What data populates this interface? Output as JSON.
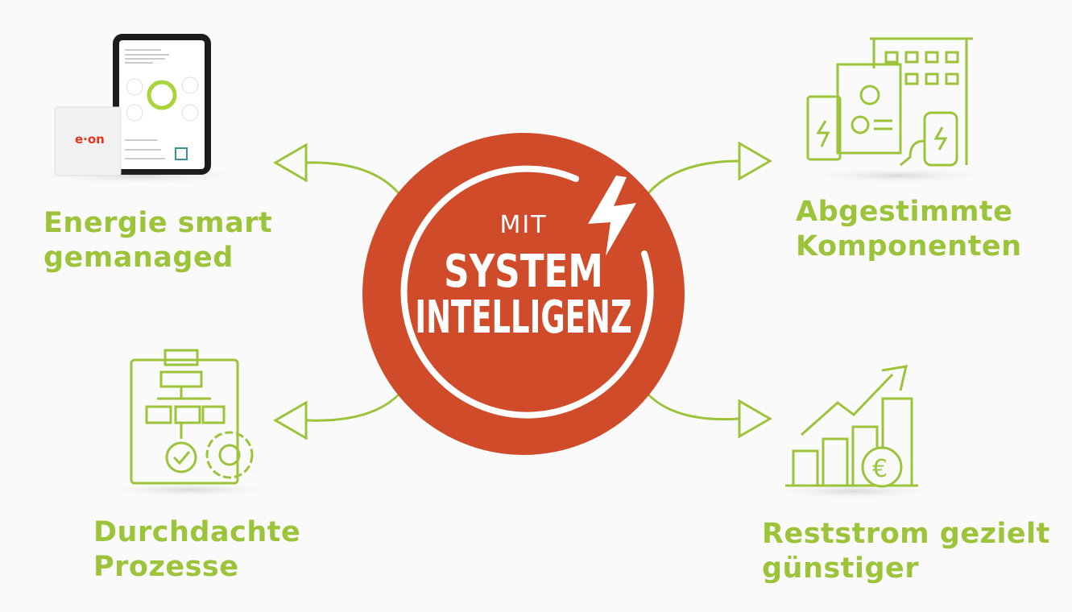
{
  "center": {
    "line1": "MIT",
    "line2": "SYSTEM",
    "line3": "INTELLIGENZ"
  },
  "features": [
    {
      "line1": "Energie smart",
      "line2": "gemanaged",
      "icon": "tablet-app-icon"
    },
    {
      "line1": "Abgestimmte",
      "line2": "Komponenten",
      "icon": "components-icon"
    },
    {
      "line1": "Durchdachte",
      "line2": "Prozesse",
      "icon": "process-icon"
    },
    {
      "line1": "Reststrom gezielt",
      "line2": "günstiger",
      "icon": "cost-chart-icon"
    }
  ],
  "logo_text": "e.on",
  "colors": {
    "accent_green": "#9CC43A",
    "center_red": "#CF4B2A",
    "background": "#fafafa"
  }
}
